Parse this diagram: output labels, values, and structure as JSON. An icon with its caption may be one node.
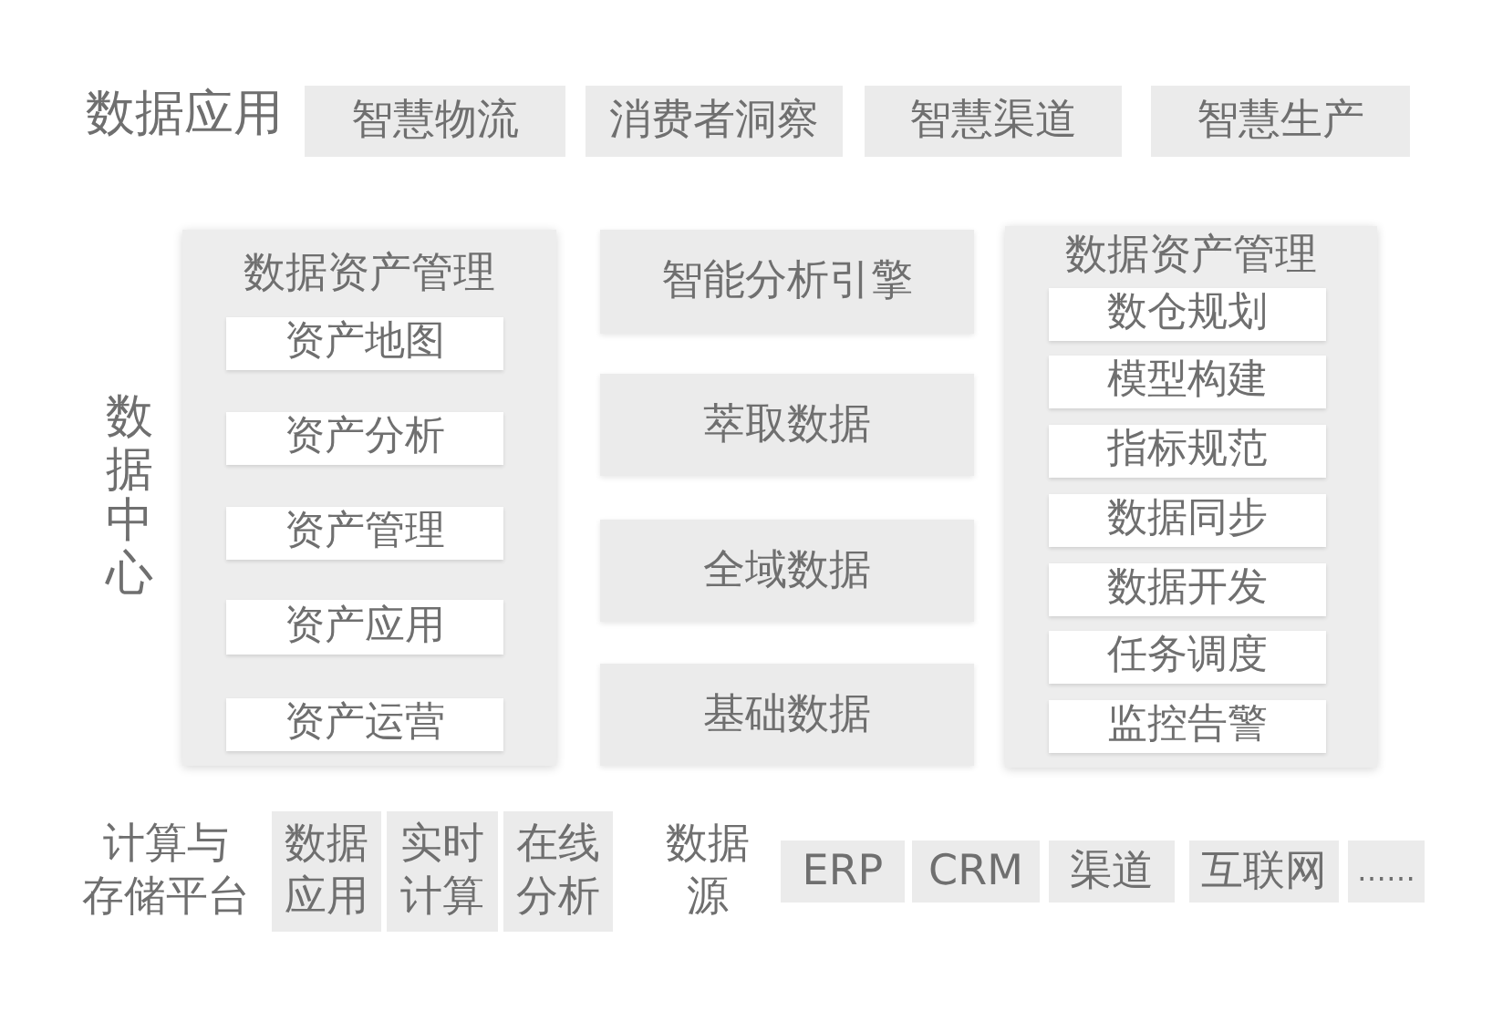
{
  "diagram": {
    "nodes": [
      {
        "text": [
          "智慧物流"
        ]
      },
      {
        "text": [
          "消费者洞察"
        ]
      },
      {
        "text": [
          "智慧渠道"
        ]
      },
      {
        "text": [
          "智慧生产"
        ]
      },
      {
        "text": [
          "数据资产管理"
        ]
      },
      {
        "text": [
          "资产地图"
        ],
        "in": 4
      },
      {
        "text": [
          "资产分析"
        ],
        "in": 4
      },
      {
        "text": [
          "资产管理"
        ],
        "in": 4
      },
      {
        "text": [
          "资产应用"
        ],
        "in": 4
      },
      {
        "text": [
          "资产运营"
        ],
        "in": 4
      },
      {
        "text": [
          "智能分析引擎"
        ]
      },
      {
        "text": [
          "萃取数据"
        ]
      },
      {
        "text": [
          "全域数据"
        ]
      },
      {
        "text": [
          "基础数据"
        ]
      },
      {
        "text": [
          "数据资产管理"
        ]
      },
      {
        "text": [
          "数仓规划"
        ],
        "in": 14
      },
      {
        "text": [
          "模型构建"
        ],
        "in": 14
      },
      {
        "text": [
          "指标规范"
        ],
        "in": 14
      },
      {
        "text": [
          "数据同步"
        ],
        "in": 14
      },
      {
        "text": [
          "数据开发"
        ],
        "in": 14
      },
      {
        "text": [
          "任务调度"
        ],
        "in": 14
      },
      {
        "text": [
          "监控告警"
        ],
        "in": 14
      },
      {
        "text": [
          "数据应用"
        ]
      },
      {
        "text": [
          "实时计算"
        ]
      },
      {
        "text": [
          "在线分析"
        ]
      },
      {
        "text": [
          "ERP"
        ]
      },
      {
        "text": [
          "CRM"
        ]
      },
      {
        "text": [
          "渠道"
        ]
      },
      {
        "text": [
          "互联网"
        ]
      },
      {
        "text": [
          "……"
        ]
      }
    ],
    "labels": [
      "数据应用",
      "数据中心",
      "计算与存储平台",
      "数据源"
    ]
  }
}
